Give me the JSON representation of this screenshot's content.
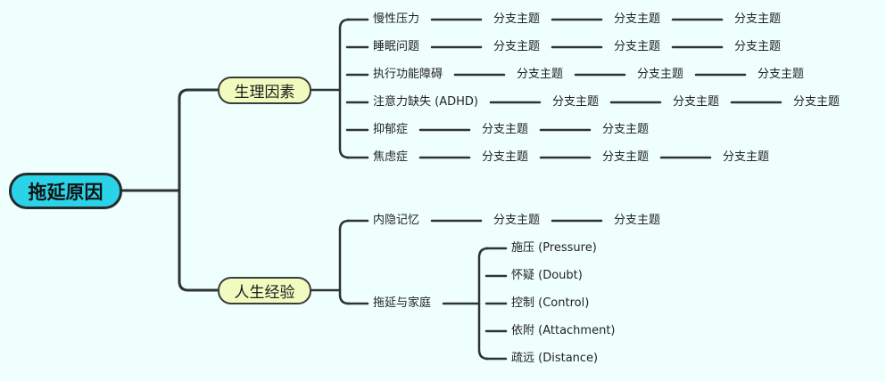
{
  "colors": {
    "background": "#eefffe",
    "line": "#2f3333",
    "root_fill": "#2bd3e8",
    "main_fill": "#f2fbbf"
  },
  "root": {
    "label": "拖延原因"
  },
  "branches": [
    {
      "label": "生理因素",
      "items": [
        {
          "label": "慢性压力",
          "children": [
            "分支主题",
            "分支主题",
            "分支主题"
          ]
        },
        {
          "label": "睡眠问题",
          "children": [
            "分支主题",
            "分支主题",
            "分支主题"
          ]
        },
        {
          "label": "执行功能障碍",
          "children": [
            "分支主题",
            "分支主题",
            "分支主题"
          ]
        },
        {
          "label": "注意力缺失 (ADHD)",
          "children": [
            "分支主题",
            "分支主题",
            "分支主题"
          ]
        },
        {
          "label": "抑郁症",
          "children": [
            "分支主题",
            "分支主题"
          ]
        },
        {
          "label": "焦虑症",
          "children": [
            "分支主题",
            "分支主题",
            "分支主题"
          ]
        }
      ]
    },
    {
      "label": "人生经验",
      "items": [
        {
          "label": "内隐记忆",
          "children": [
            "分支主题",
            "分支主题"
          ]
        },
        {
          "label": "拖延与家庭",
          "subitems": [
            "施压 (Pressure)",
            "怀疑 (Doubt)",
            "控制 (Control)",
            "依附 (Attachment)",
            "疏远 (Distance)"
          ]
        }
      ]
    }
  ]
}
